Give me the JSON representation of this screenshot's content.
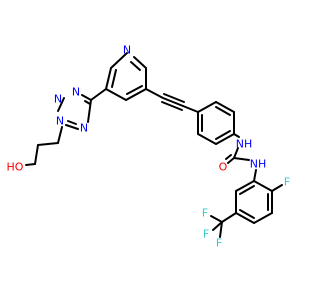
{
  "molecule": {
    "colors": {
      "bond": "#000000",
      "N": "#0000FF",
      "O": "#FF0000",
      "F": "#33CCCC",
      "C": "#000000"
    },
    "labels": {
      "pyridine_N": "N",
      "tet_N1": "N",
      "tet_N2": "N",
      "tet_N3": "N",
      "tet_N4": "N",
      "hydroxyl": "HO",
      "urea_NH_top": "NH",
      "urea_NH_bottom": "NH",
      "urea_O": "O",
      "aryl_F": "F",
      "cf3_F1": "F",
      "cf3_F2": "F",
      "cf3_F3": "F"
    }
  }
}
